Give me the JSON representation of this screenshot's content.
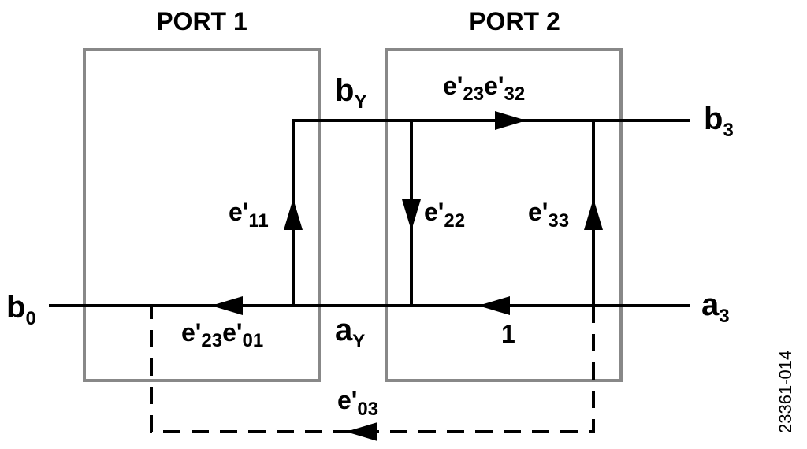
{
  "ports": {
    "port1": {
      "title": "PORT 1"
    },
    "port2": {
      "title": "PORT 2"
    }
  },
  "nodes": {
    "b0": {
      "base": "b",
      "sub": "0"
    },
    "a3": {
      "base": "a",
      "sub": "3"
    },
    "b3": {
      "base": "b",
      "sub": "3"
    },
    "bY": {
      "base": "b",
      "sub": "Y"
    },
    "aY": {
      "base": "a",
      "sub": "Y"
    }
  },
  "edges": {
    "e23e32": {
      "p1": "e'",
      "s1": "23",
      "p2": "e'",
      "s2": "32"
    },
    "e23e01": {
      "p1": "e'",
      "s1": "23",
      "p2": "e'",
      "s2": "01"
    },
    "e11": {
      "p": "e'",
      "s": "11"
    },
    "e22": {
      "p": "e'",
      "s": "22"
    },
    "e33": {
      "p": "e'",
      "s": "33"
    },
    "e03": {
      "p": "e'",
      "s": "03"
    },
    "unity": {
      "label": "1"
    }
  },
  "figure_id": "23361-014",
  "colors": {
    "box_stroke": "#888888",
    "line": "#000000",
    "background": "#ffffff"
  }
}
